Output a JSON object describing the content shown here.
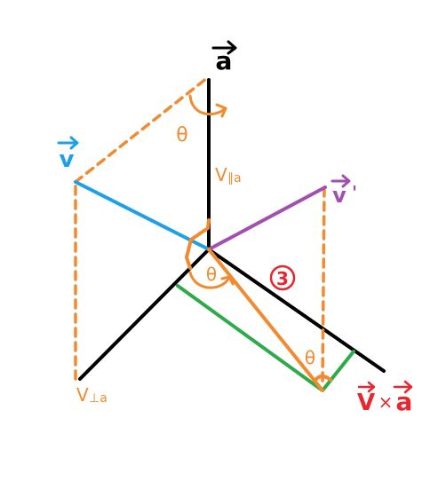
{
  "colors": {
    "axis": "#000000",
    "construction": "#f28a30",
    "vector_v": "#1ea0e6",
    "vector_v_rotated": "#a24fb0",
    "cross_product": "#e8262e",
    "projection": "#2eaa4a"
  },
  "labels": {
    "axis_a": "a",
    "vector_v": "v",
    "vector_v_prime": "v",
    "prime_mark": "'",
    "v_parallel_main": "V",
    "v_parallel_sub": "∥a",
    "v_perp_main": "V",
    "v_perp_sub": "⊥a",
    "cross_v": "V",
    "cross_times": "×",
    "cross_a": "a",
    "theta": "θ",
    "step_number": "3"
  },
  "icons": {
    "vector_arrow": "over-arrow-icon",
    "rotation_arrow": "curved-arrow-icon",
    "step_marker": "circled-number-icon"
  }
}
